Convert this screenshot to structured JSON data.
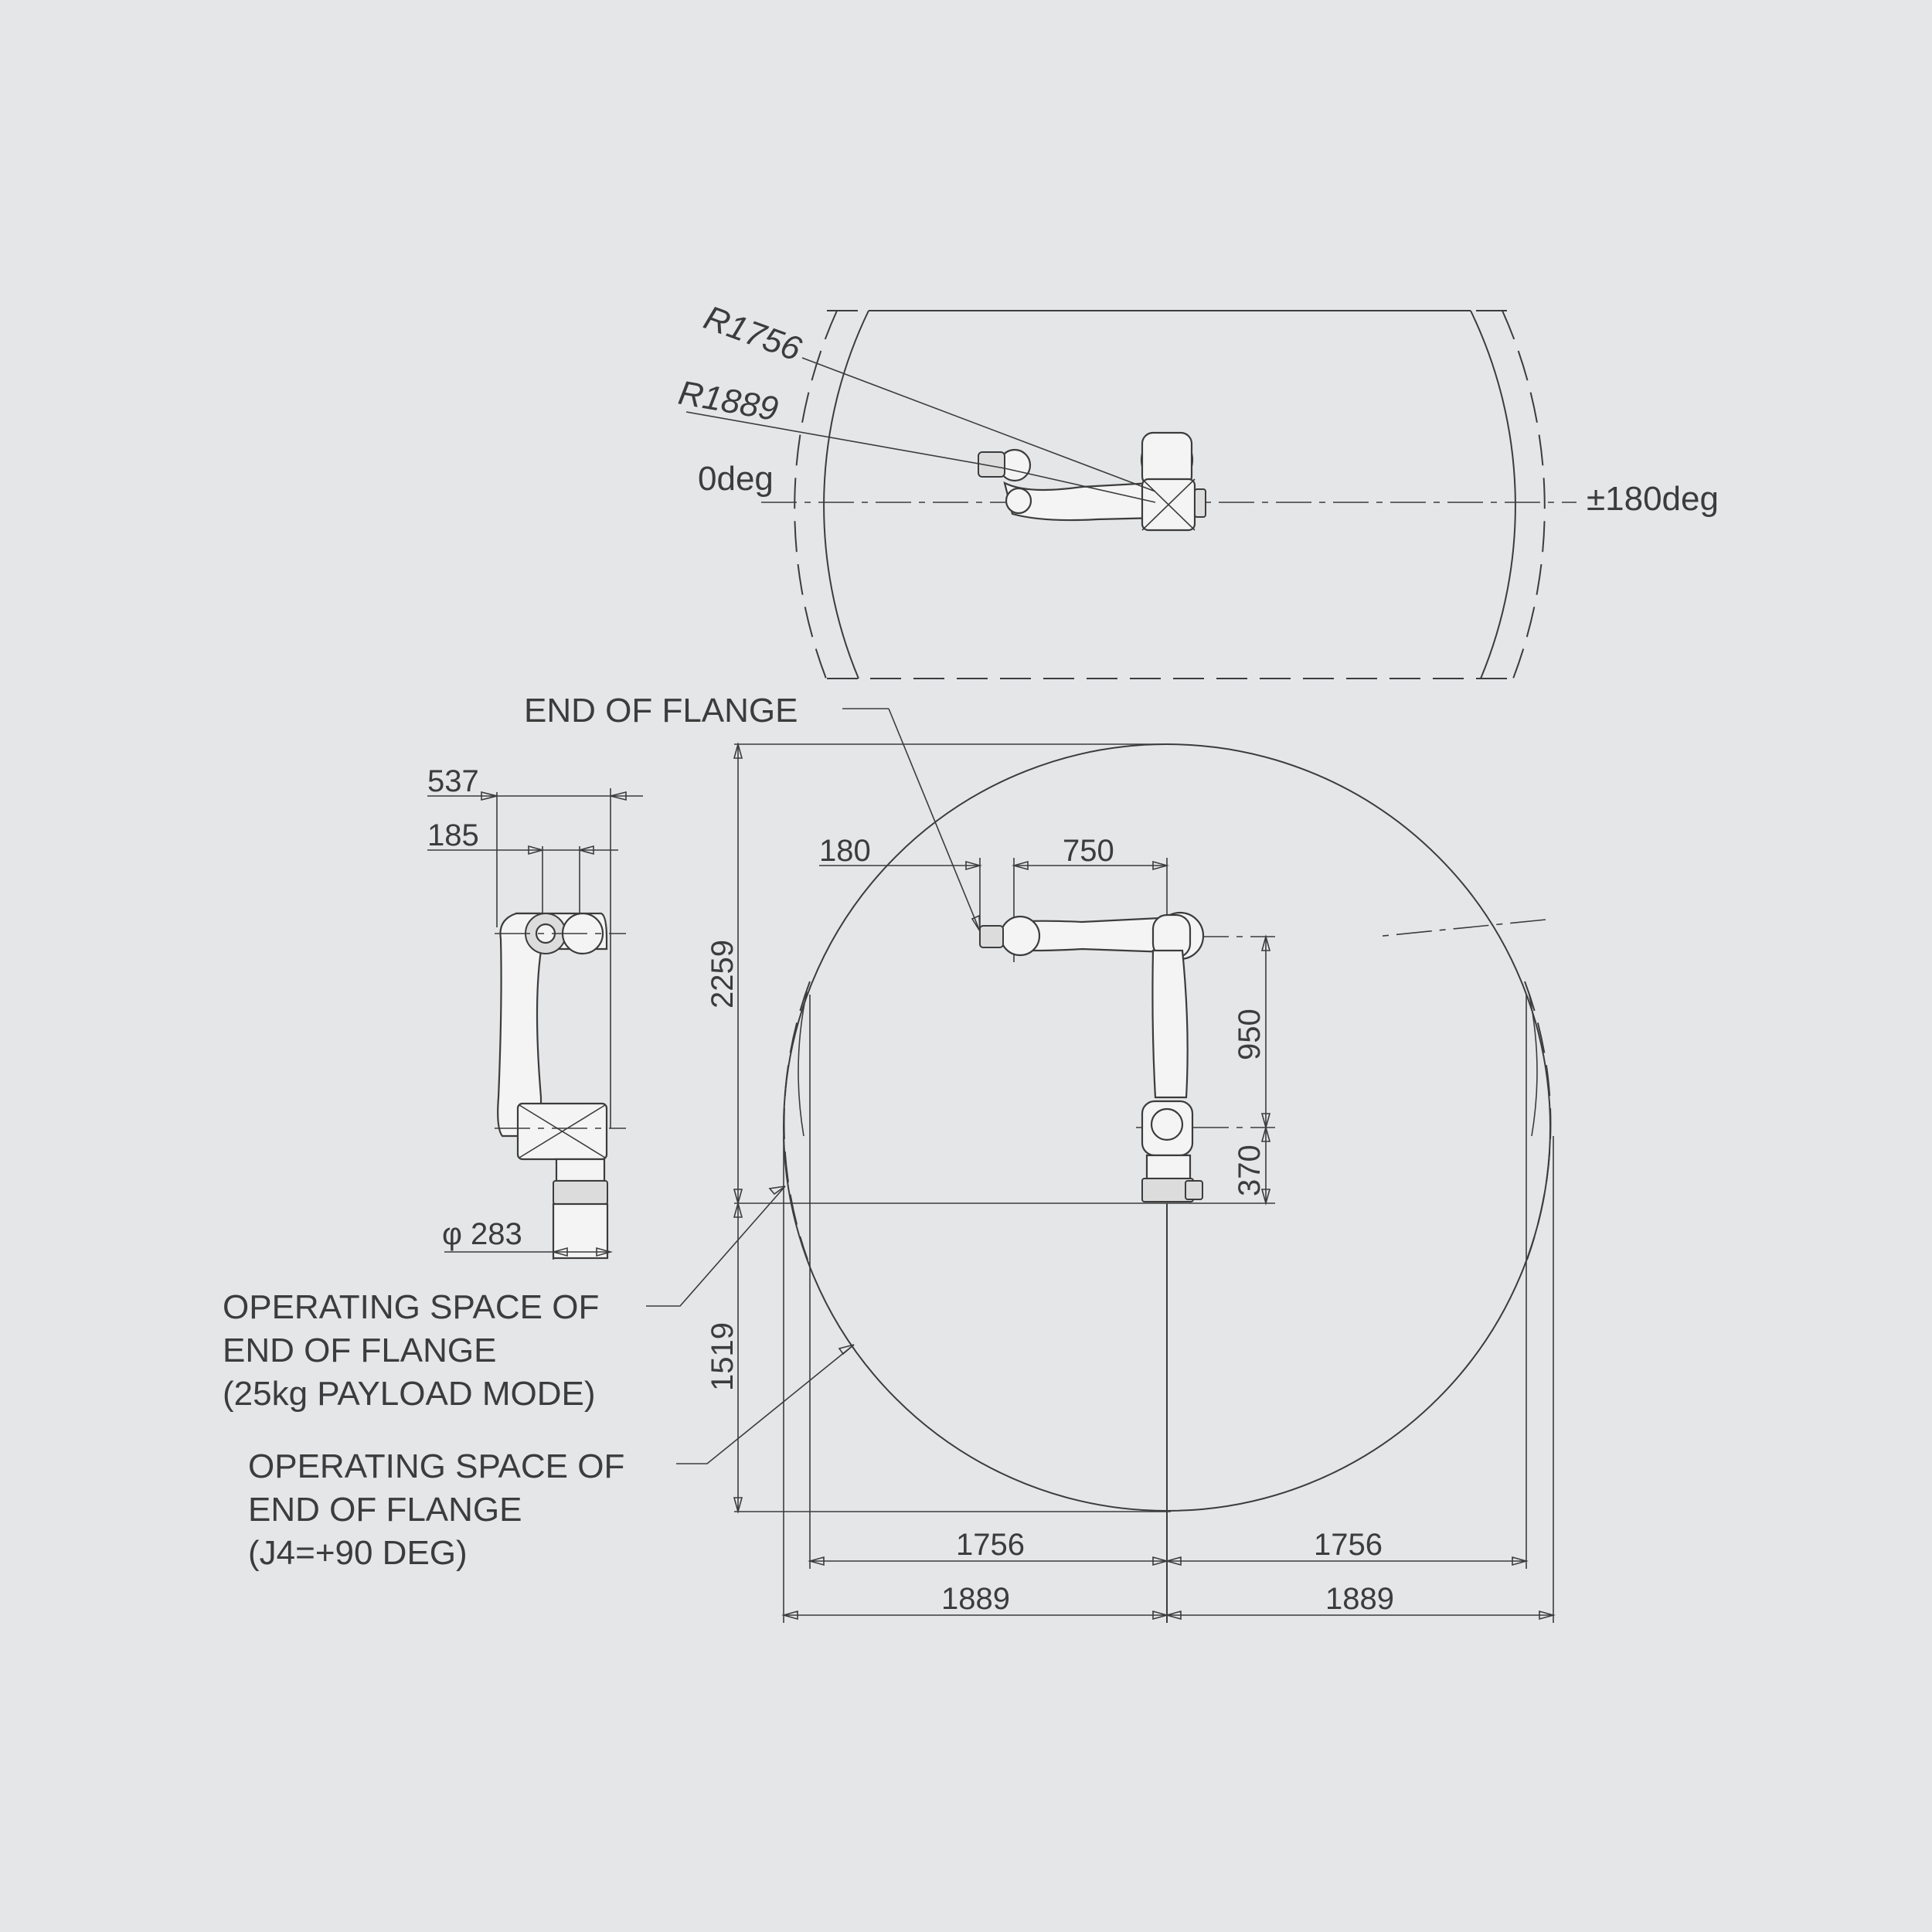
{
  "top_view": {
    "radius_outer": "R1756",
    "radius_inner": "R1889",
    "angle_zero": "0deg",
    "angle_max": "±180deg"
  },
  "side_view": {
    "callout_flange_end": "END OF FLANGE",
    "dim_reach_left": "180",
    "dim_upper_arm": "750",
    "dim_lower_arm": "950",
    "dim_base_height": "370",
    "dim_total_height": "2259",
    "dim_depth_below": "1519",
    "dim_reach_1756_left": "1756",
    "dim_reach_1756_right": "1756",
    "dim_reach_1889_left": "1889",
    "dim_reach_1889_right": "1889",
    "callout_space_payload": [
      "OPERATING SPACE OF",
      "END OF FLANGE",
      "(25kg PAYLOAD MODE)"
    ],
    "callout_space_j4": [
      "OPERATING SPACE OF",
      "END OF FLANGE",
      "(J4=+90 DEG)"
    ]
  },
  "front_view": {
    "dim_width_537": "537",
    "dim_offset_185": "185",
    "dim_base_diameter": "φ 283"
  }
}
